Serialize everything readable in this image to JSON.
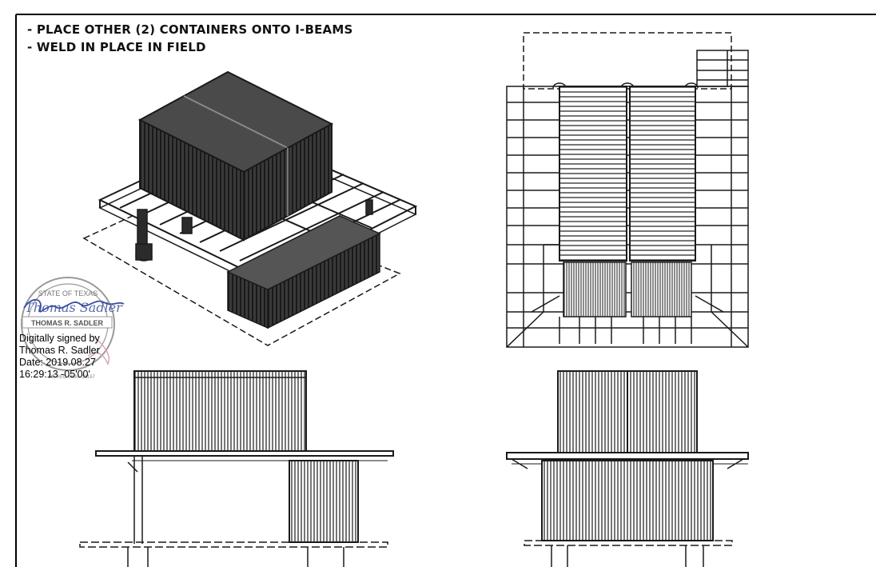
{
  "notes": {
    "line1": "- PLACE OTHER (2) CONTAINERS ONTO I-BEAMS",
    "line2": "- WELD IN PLACE IN FIELD"
  },
  "seal": {
    "top_text": "STATE OF TEXAS",
    "name": "THOMAS R. SADLER",
    "reg": "PE REG NUM. 13167",
    "signature_script": "Thomas Sadler"
  },
  "digital_signature": {
    "line1": "Digitally signed by",
    "line2": "Thomas R. Sadler",
    "line3": "Date: 2019.08.27",
    "line4": "16:29:13 -05'00'"
  },
  "colors": {
    "ink": "#1a1a1a",
    "container_dark": "#2b2b2b",
    "seal_gray": "#9a9a9a",
    "signature_blue": "#3a4fa0",
    "seal_pink": "#d8a8b0"
  }
}
